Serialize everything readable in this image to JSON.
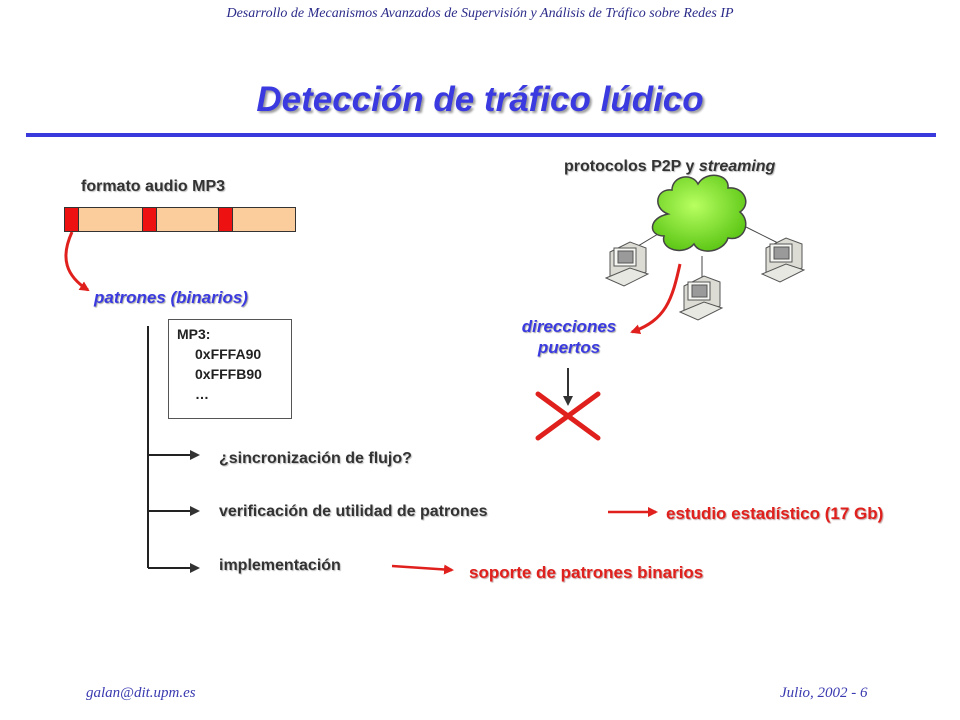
{
  "header": "Desarrollo de Mecanismos Avanzados de Supervisión y Análisis de Tráfico sobre Redes IP",
  "title": "Detección de tráfico lúdico",
  "mp3": {
    "label": "formato audio MP3",
    "patterns_label": "patrones (binarios)",
    "box_title": "MP3:",
    "box_lines": [
      "0xFFFA90",
      "0xFFFB90",
      "…"
    ]
  },
  "p2p": {
    "label_prefix": "protocolos P2P y ",
    "label_em": "streaming",
    "addr_line1": "direcciones",
    "addr_line2": "puertos"
  },
  "items": {
    "sync": "¿sincronización de flujo?",
    "verify": "verificación de utilidad de patrones",
    "verify_result": "estudio estadístico (17 Gb)",
    "impl": "implementación",
    "impl_result": "soporte de patrones binarios"
  },
  "footer": {
    "email": "galan@dit.upm.es",
    "date_page": "Julio, 2002 - 6"
  },
  "colors": {
    "title_blue": "#3a3ae0",
    "accent_red": "#e0201c",
    "cloud_green": "#7ee02a",
    "bar_fill": "#fbcc9c"
  }
}
